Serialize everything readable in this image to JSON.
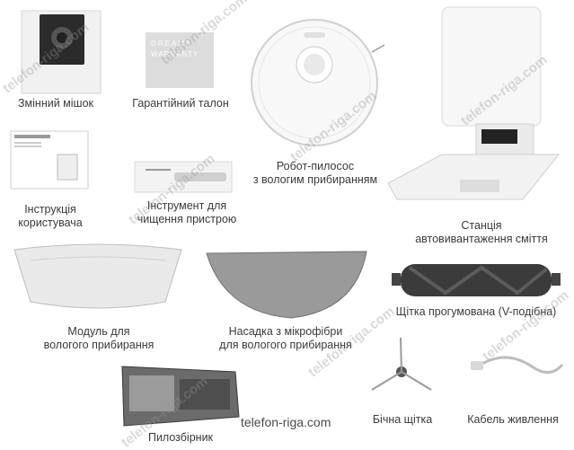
{
  "items": {
    "bag": "Змінний мішок",
    "warranty": "Гарантійний талон",
    "warranty_card_brand": "DREAME",
    "warranty_card_word": "WARRANTY",
    "robot_line1": "Робот-пилосос",
    "robot_line2": "з вологим прибиранням",
    "station_line1": "Станція",
    "station_line2": "автовивантаження сміття",
    "manual_line1": "Інструкція",
    "manual_line2": "користувача",
    "tool_line1": "Інструмент для",
    "tool_line2": "чищення пристрою",
    "mop_module_line1": "Модуль для",
    "mop_module_line2": "вологого прибирання",
    "mop_pad_line1": "Насадка з мікрофібри",
    "mop_pad_line2": "для вологого прибирання",
    "brush": "Щітка прогумована (V-подібна)",
    "side_brush": "Бічна щітка",
    "cable": "Кабель живлення",
    "dustbin": "Пилозбірник"
  },
  "site": "telefon-riga.com",
  "watermark": "telefon-riga.com",
  "colors": {
    "text": "#3a3a3a",
    "background": "#ffffff",
    "accent_grey": "#8e8e8e"
  }
}
